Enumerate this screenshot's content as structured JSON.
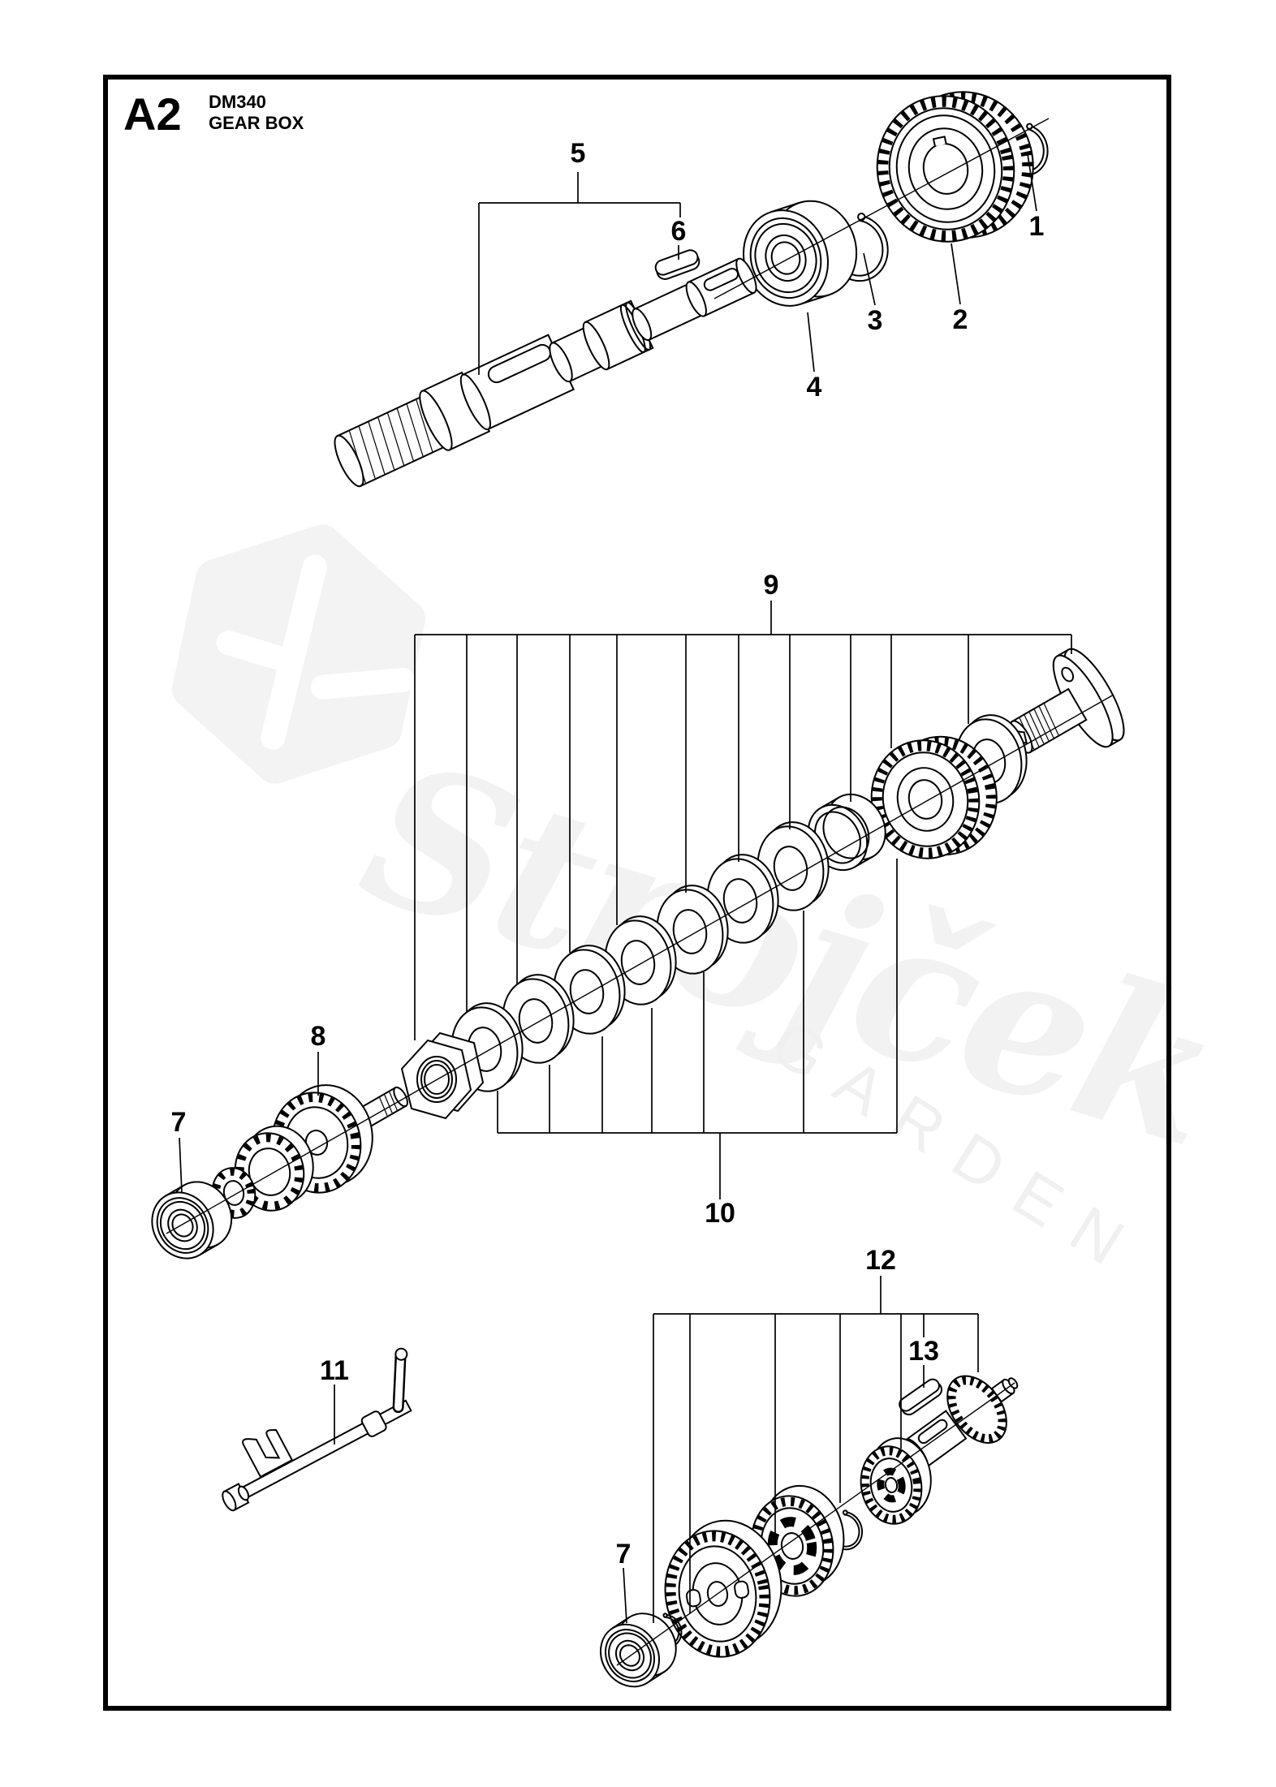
{
  "page": {
    "background": "#ffffff",
    "border_color": "#000000",
    "line_color": "#000000",
    "watermark_color": "#f2f2f2"
  },
  "title_block": {
    "section_code": "A2",
    "model": "DM340",
    "section_name": "GEAR BOX"
  },
  "watermark": {
    "brand": "Strojček",
    "tagline": "GARDEN"
  },
  "callouts": {
    "c1": "1",
    "c2": "2",
    "c3": "3",
    "c4": "4",
    "c5": "5",
    "c6": "6",
    "c7": "7",
    "c7b": "7",
    "c8": "8",
    "c9": "9",
    "c10": "10",
    "c11": "11",
    "c12": "12",
    "c13": "13"
  }
}
